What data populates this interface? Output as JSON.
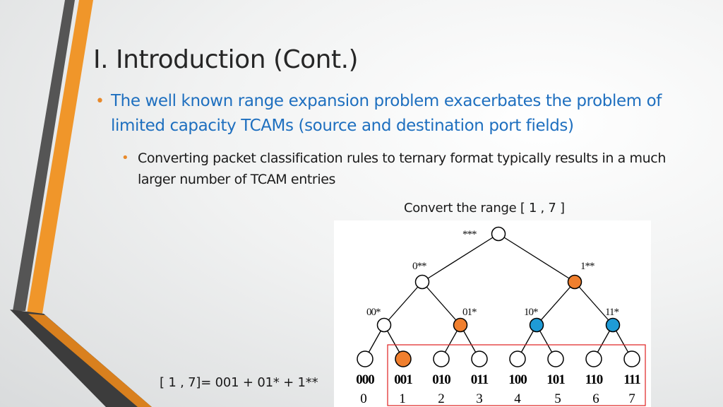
{
  "slide": {
    "title": "I. Introduction (Cont.)",
    "bullet_level1": "The well known range expansion problem exacerbates the problem of limited capacity TCAMs (source and destination port fields)",
    "bullet_level2": "Converting packet classification rules to ternary format typically results in a much larger number of TCAM entries",
    "caption": "Convert the range [ 1 , 7 ]",
    "formula": "[ 1 , 7]= 001 + 01* + 1**",
    "bullet_glyph": "•"
  },
  "tree": {
    "root_label": "***",
    "level1_labels": [
      "0**",
      "1**"
    ],
    "level2_labels": [
      "00*",
      "01*",
      "10*",
      "11*"
    ],
    "leaf_binary": [
      "000",
      "001",
      "010",
      "011",
      "100",
      "101",
      "110",
      "111"
    ],
    "leaf_decimal": [
      "0",
      "1",
      "2",
      "3",
      "4",
      "5",
      "6",
      "7"
    ],
    "selected_color": "#f07f2e",
    "blue_color": "#1f9bd6",
    "range_box_color": "#e02020",
    "node_fills": {
      "root": "white",
      "level1": [
        "white",
        "orange"
      ],
      "level2": [
        "white",
        "orange",
        "blue",
        "blue"
      ],
      "leaves": [
        "white",
        "orange",
        "white",
        "white",
        "white",
        "white",
        "white",
        "white"
      ]
    }
  }
}
